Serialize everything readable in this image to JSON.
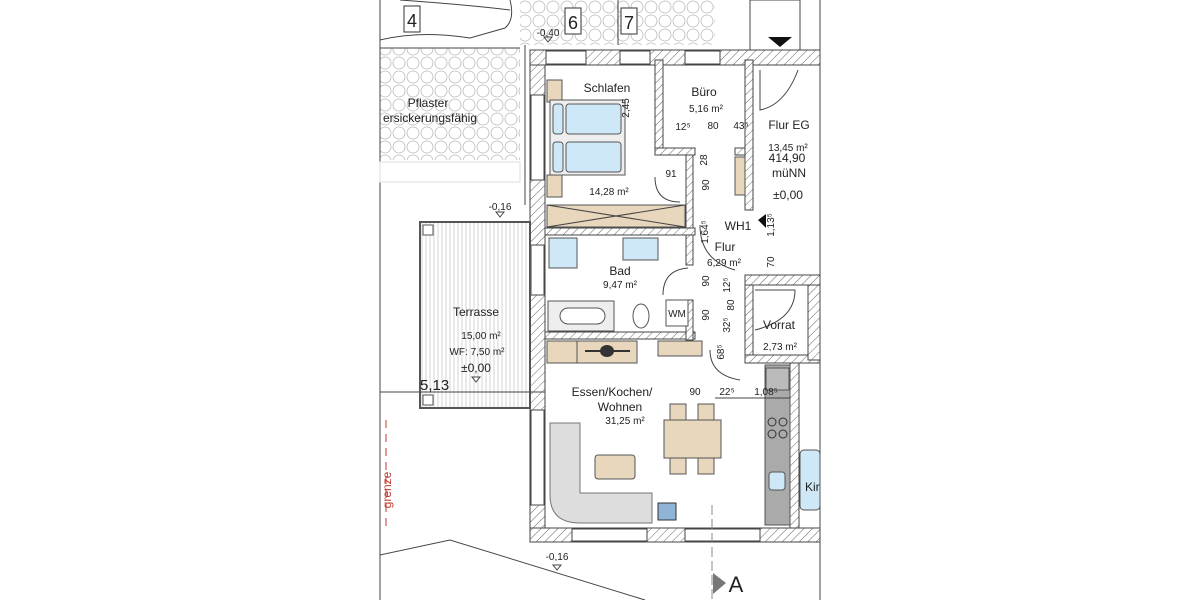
{
  "plan": {
    "parking": {
      "spot_4": "4",
      "spot_6": "6",
      "spot_7": "7",
      "level": "-0,40"
    },
    "paving": {
      "line1": "Pflaster",
      "line2": "ersickerungsfähig"
    },
    "schlafen": {
      "name": "Schlafen",
      "area": "14,28 m²",
      "bed_dim": "2,45",
      "door_dim": "91"
    },
    "buero": {
      "name": "Büro",
      "area": "5,16 m²",
      "dim_a": "12⁵",
      "dim_b": "80",
      "dim_c": "43⁵"
    },
    "flur_eg": {
      "name": "Flur EG",
      "area": "13,45 m²",
      "elevation": "414,90",
      "elevation_unit": "müNN",
      "level": "±0,00"
    },
    "flur": {
      "name": "Flur",
      "area": "6,29 m²",
      "dim_28": "28",
      "dim_90a": "90",
      "dim_164": "1,64⁵",
      "dim_113": "1,13⁵",
      "dim_70": "70",
      "dim_90b": "90",
      "dim_90c": "90",
      "dim_125": "12⁵",
      "dim_80": "80",
      "dim_325": "32⁵",
      "dim_685": "68⁵"
    },
    "wh1": "WH1",
    "bad": {
      "name": "Bad",
      "area": "9,47 m²",
      "wm": "WM"
    },
    "terrasse": {
      "name": "Terrasse",
      "area": "15,00 m²",
      "wf": "WF: 7,50 m²",
      "level": "±0,00",
      "width": "5,13",
      "top_level": "-0,16"
    },
    "vorrat": {
      "name": "Vorrat",
      "area": "2,73 m²"
    },
    "wohnen": {
      "name1": "Essen/Kochen/",
      "name2": "Wohnen",
      "area": "31,25 m²",
      "dim_90": "90",
      "dim_225": "22⁵",
      "dim_108": "1,08⁵"
    },
    "kind_partial": "Kir",
    "bottom_level": "-0,16",
    "section_marker": "A",
    "boundary_label": "grenze",
    "colors": {
      "wall_line": "#444444",
      "furniture": "#e8d6bd",
      "fixture": "#cfe8f7",
      "boundary": "#c0392b"
    }
  }
}
